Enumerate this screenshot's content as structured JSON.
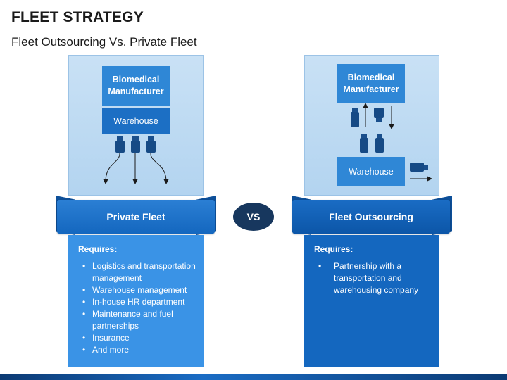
{
  "header": {
    "title": "FLEET STRATEGY",
    "subtitle": "Fleet Outsourcing Vs. Private Fleet"
  },
  "left": {
    "manufacturer_label": "Biomedical Manufacturer",
    "warehouse_label": "Warehouse",
    "banner_label": "Private Fleet",
    "requires_label": "Requires:",
    "items": [
      "Logistics and transportation management",
      "Warehouse management",
      "In-house HR department",
      "Maintenance and fuel partnerships",
      "Insurance",
      "And more"
    ]
  },
  "vs_label": "VS",
  "right": {
    "manufacturer_label": "Biomedical Manufacturer",
    "warehouse_label": "Warehouse",
    "banner_label": "Fleet Outsourcing",
    "requires_label": "Requires:",
    "items": [
      "Partnership with a transportation and warehousing company"
    ]
  },
  "colors": {
    "primary_blue": "#2f87d6",
    "dark_blue": "#1467bf",
    "navy": "#17375e",
    "light_panel": "#c9e1f5"
  },
  "icons": [
    "vial-icon",
    "arrow-icon"
  ]
}
